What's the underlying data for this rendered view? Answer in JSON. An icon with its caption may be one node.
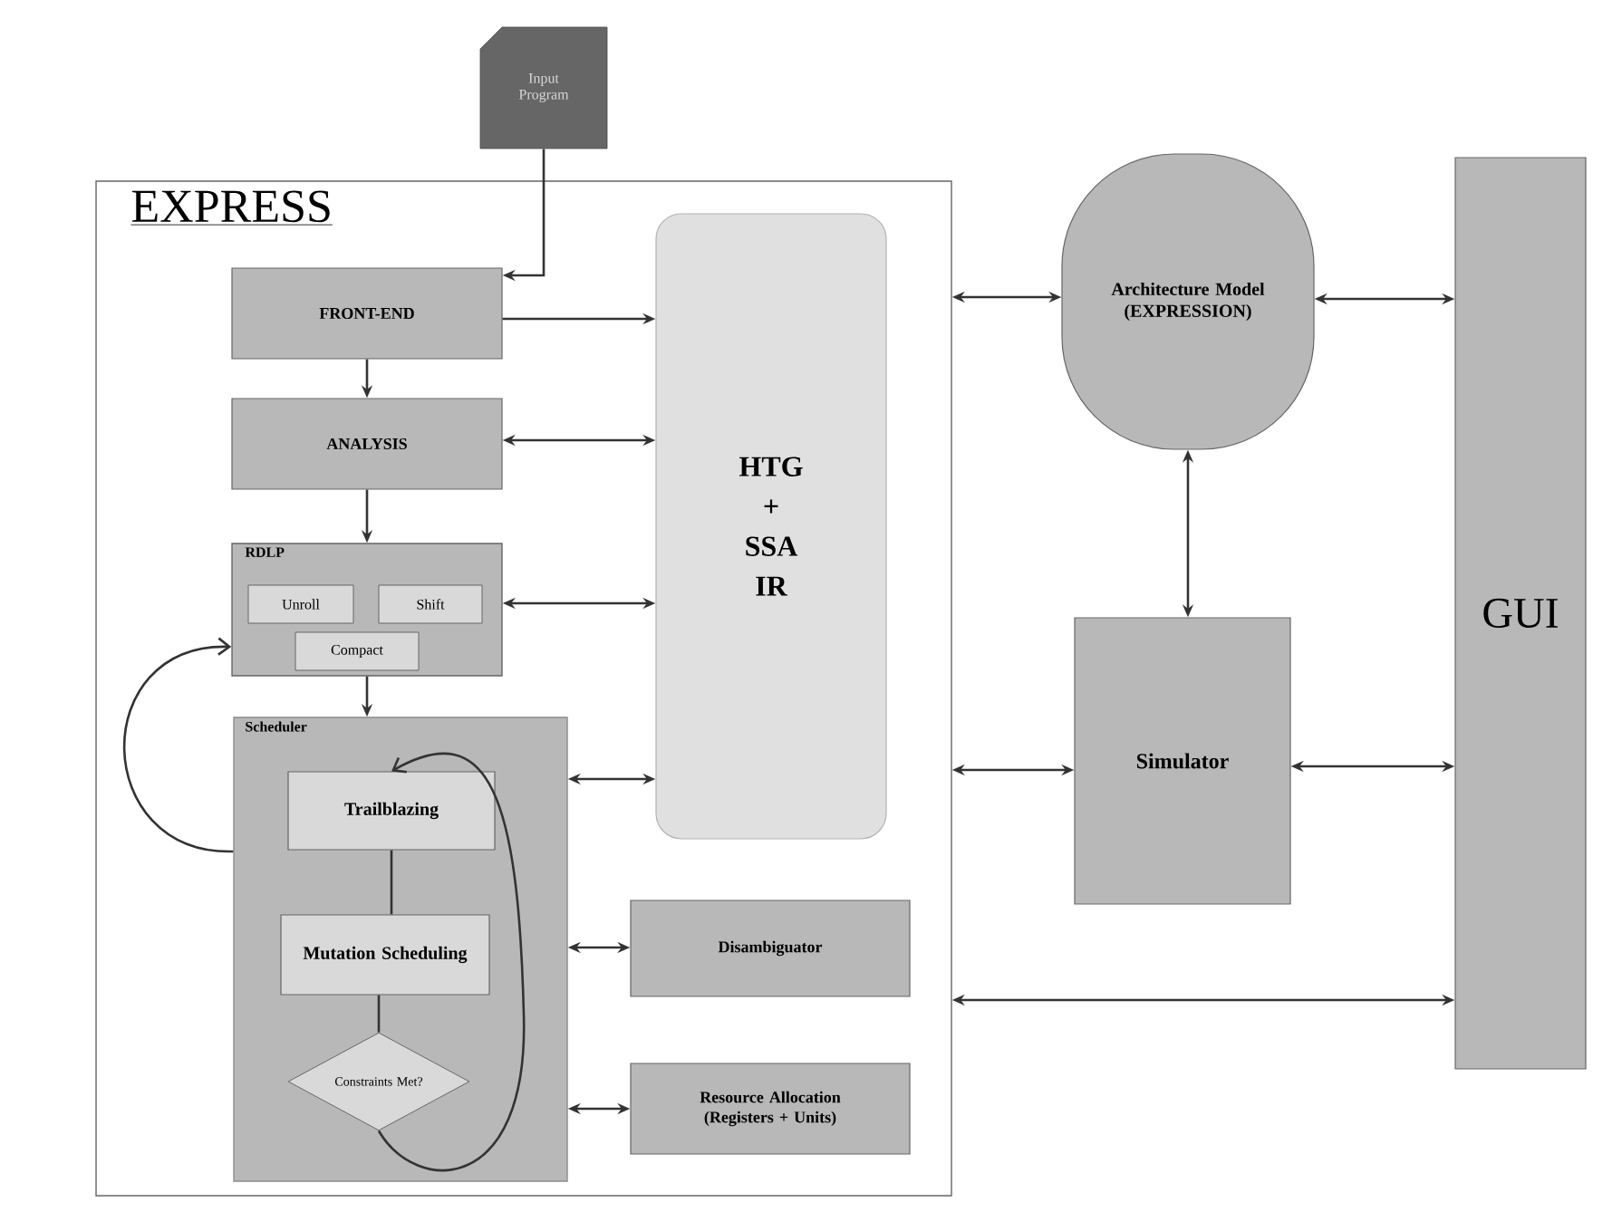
{
  "diagram": {
    "nodes": [
      {
        "text": [
          "Input Program"
        ]
      },
      {
        "text": [
          "EXPRESS"
        ]
      },
      {
        "text": [
          "FRONT-END"
        ],
        "in": 1
      },
      {
        "text": [
          "ANALYSIS"
        ],
        "in": 1
      },
      {
        "text": [
          "RDLP"
        ],
        "in": 1
      },
      {
        "text": [
          "Unroll"
        ],
        "in": 4
      },
      {
        "text": [
          "Shift"
        ],
        "in": 4
      },
      {
        "text": [
          "Compact"
        ],
        "in": 4
      },
      {
        "text": [
          "Scheduler"
        ],
        "in": 1
      },
      {
        "text": [
          "Trailblazing"
        ],
        "in": 8
      },
      {
        "text": [
          "Mutation Scheduling"
        ],
        "in": 8
      },
      {
        "text": [
          "Constraints Met?"
        ],
        "in": 8
      },
      {
        "text": [
          "HTG + SSA IR"
        ],
        "in": 1
      },
      {
        "text": [
          "Disambiguator"
        ],
        "in": 1
      },
      {
        "text": [
          "Resource Allocation (Registers + Units)"
        ],
        "in": 1
      },
      {
        "text": [
          "Architecture Model (EXPRESSION)"
        ]
      },
      {
        "text": [
          "Simulator"
        ]
      },
      {
        "text": [
          "GUI"
        ]
      }
    ],
    "edges": [
      {
        "from": 0,
        "to": 2,
        "arrow": "to"
      },
      {
        "from": 2,
        "to": 12,
        "arrow": "to"
      },
      {
        "from": 2,
        "to": 3,
        "arrow": "to"
      },
      {
        "from": 3,
        "to": 12,
        "arrow": "both"
      },
      {
        "from": 3,
        "to": 4,
        "arrow": "to"
      },
      {
        "from": 4,
        "to": 12,
        "arrow": "both"
      },
      {
        "from": 4,
        "to": 8,
        "arrow": "to"
      },
      {
        "from": 8,
        "to": 12,
        "arrow": "both"
      },
      {
        "from": 8,
        "to": 13,
        "arrow": "both"
      },
      {
        "from": 8,
        "to": 14,
        "arrow": "both"
      },
      {
        "from": 8,
        "to": 4,
        "arrow": "to"
      },
      {
        "from": 9,
        "to": 10,
        "arrow": "none"
      },
      {
        "from": 10,
        "to": 11,
        "arrow": "none"
      },
      {
        "from": 11,
        "to": 9,
        "arrow": "to"
      },
      {
        "from": 1,
        "to": 15,
        "arrow": "both"
      },
      {
        "from": 15,
        "to": 17,
        "arrow": "both"
      },
      {
        "from": 15,
        "to": 16,
        "arrow": "both"
      },
      {
        "from": 1,
        "to": 16,
        "arrow": "both"
      },
      {
        "from": 16,
        "to": 17,
        "arrow": "both"
      },
      {
        "from": 1,
        "to": 17,
        "arrow": "both"
      }
    ]
  }
}
